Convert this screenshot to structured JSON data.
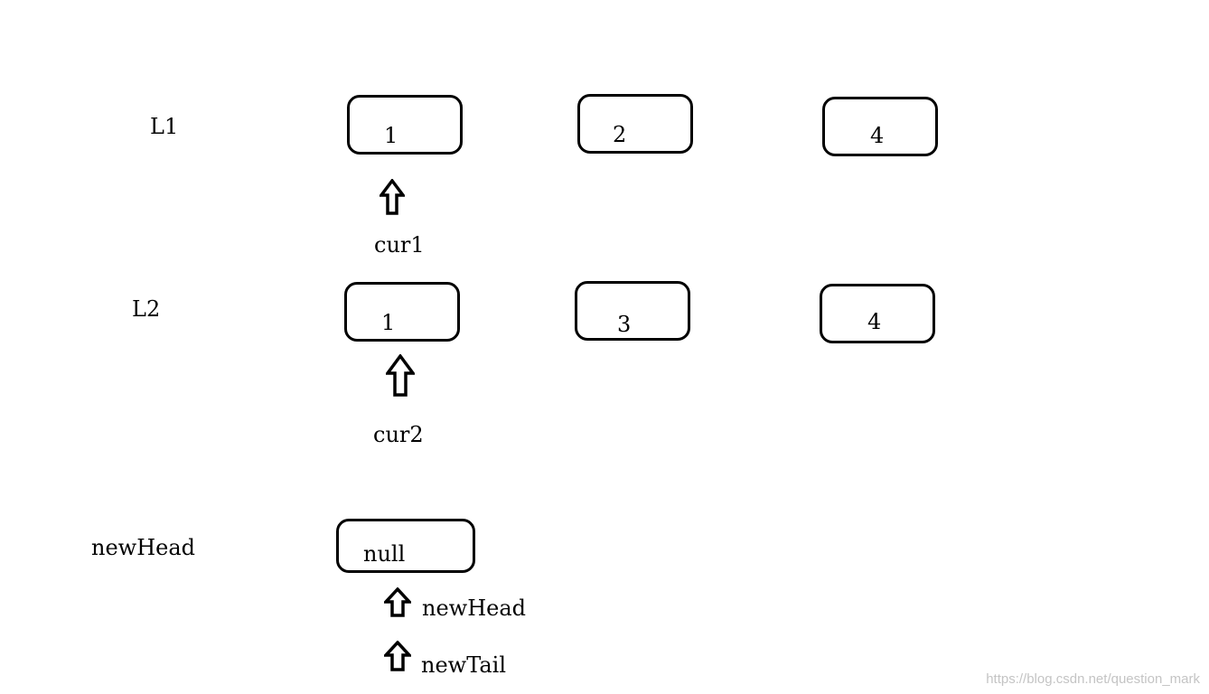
{
  "lists": {
    "l1": {
      "label": "L1",
      "nodes": [
        "1",
        "2",
        "4"
      ]
    },
    "l2": {
      "label": "L2",
      "nodes": [
        "1",
        "3",
        "4"
      ]
    }
  },
  "pointers": {
    "cur1": "cur1",
    "cur2": "cur2",
    "new_head": "newHead",
    "new_tail": "newTail"
  },
  "result": {
    "label": "newHead",
    "node": "null"
  },
  "icons": {
    "pointer": "up-arrow-icon"
  },
  "watermark": "https://blog.csdn.net/question_mark"
}
